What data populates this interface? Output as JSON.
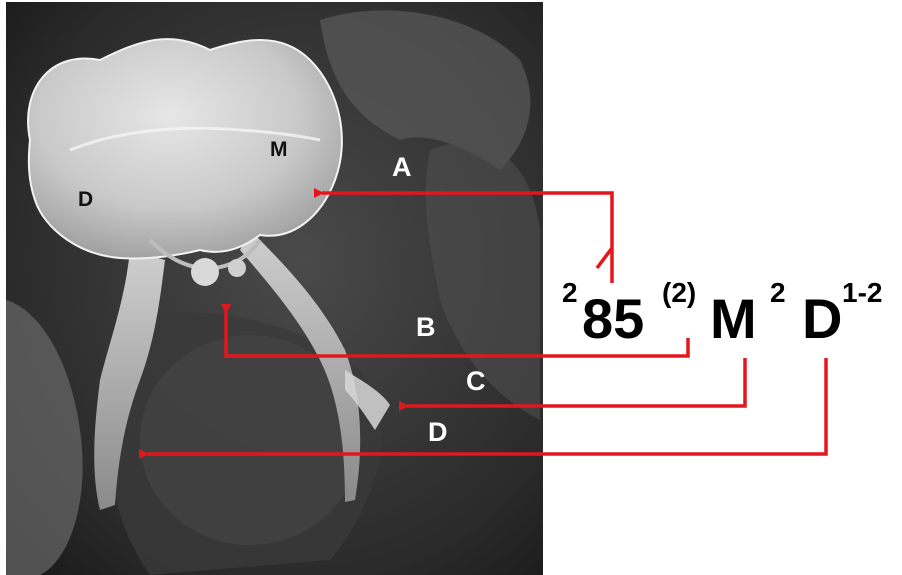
{
  "image_labels": {
    "distal": "D",
    "mesial": "M"
  },
  "callouts": {
    "a": "A",
    "b": "B",
    "c": "C",
    "d": "D"
  },
  "formula": {
    "tooth_sup": "2",
    "tooth_number": "85",
    "m_pre_sup": "(2)",
    "m_letter": "M",
    "m_sup": "2",
    "d_letter": "D",
    "d_sup": "1-2"
  },
  "colors": {
    "arrow": "#e3161b",
    "xray_background": "#1e1e1e",
    "callout_text": "#ffffff",
    "formula_text": "#000000"
  }
}
